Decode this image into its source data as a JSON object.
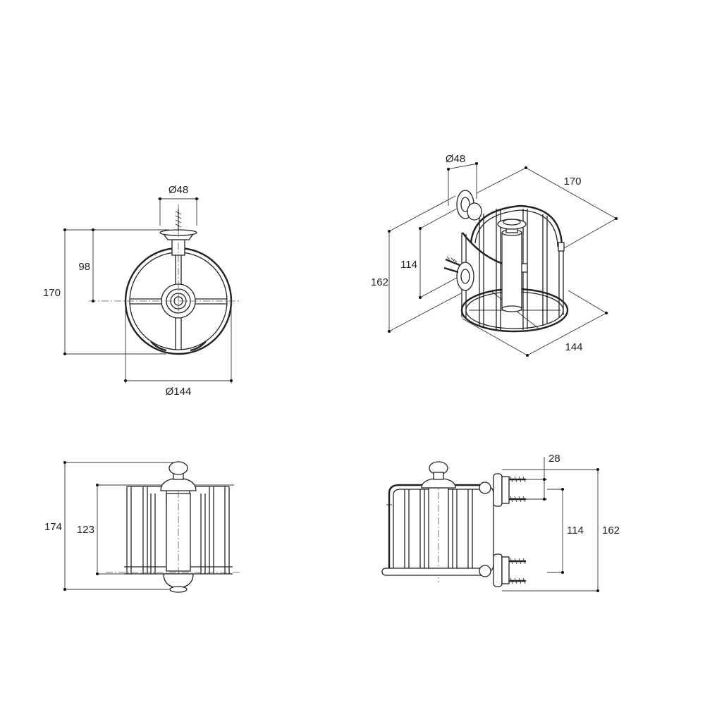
{
  "views": {
    "front": {
      "diameter_top": "Ø48",
      "height_total": "170",
      "height_center": "98",
      "diameter_ring": "Ø144"
    },
    "iso": {
      "diameter_top": "Ø48",
      "depth": "170",
      "height_total": "162",
      "height_mount": "114",
      "width": "144"
    },
    "side": {
      "height_total": "174",
      "height_inner": "123"
    },
    "back": {
      "offset": "28",
      "height_mount": "114",
      "height_total": "162"
    }
  }
}
